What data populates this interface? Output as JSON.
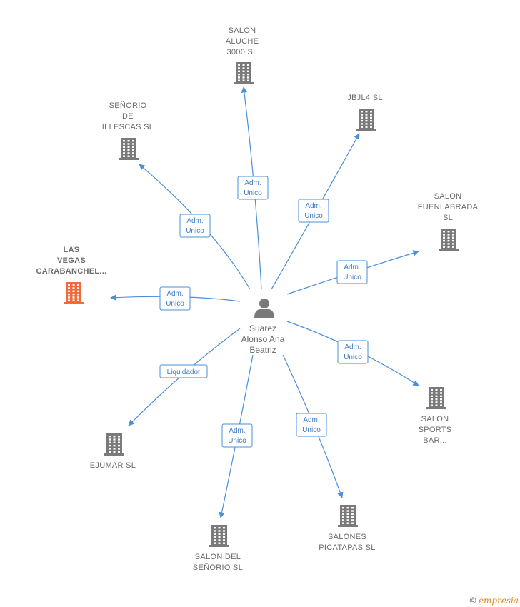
{
  "colors": {
    "edge": "#4a8fd8",
    "building": "#7a7a7a",
    "building_highlight": "#f26a3a",
    "person": "#7a7a7a"
  },
  "center": {
    "lines": [
      "Suarez",
      "Alonso Ana",
      "Beatriz"
    ],
    "icon": "person-icon"
  },
  "nodes": [
    {
      "id": "salon-aluche",
      "lines": [
        "SALON",
        "ALUCHE",
        "3000  SL"
      ],
      "role": [
        "Adm.",
        "Unico"
      ],
      "highlight": false
    },
    {
      "id": "jbjl4",
      "lines": [
        "JBJL4  SL"
      ],
      "role": [
        "Adm.",
        "Unico"
      ],
      "highlight": false
    },
    {
      "id": "senorio-illescas",
      "lines": [
        "SEÑORIO",
        "DE",
        "ILLESCAS SL"
      ],
      "role": [
        "Adm.",
        "Unico"
      ],
      "highlight": false
    },
    {
      "id": "salon-fuenlabrada",
      "lines": [
        "SALON",
        "FUENLABRADA",
        "SL"
      ],
      "role": [
        "Adm.",
        "Unico"
      ],
      "highlight": false
    },
    {
      "id": "las-vegas",
      "lines": [
        "LAS",
        "VEGAS",
        "CARABANCHEL..."
      ],
      "role": [
        "Adm.",
        "Unico"
      ],
      "highlight": true
    },
    {
      "id": "salon-sports",
      "lines": [
        "SALON",
        "SPORTS",
        "BAR..."
      ],
      "role": [
        "Adm.",
        "Unico"
      ],
      "highlight": false
    },
    {
      "id": "ejumar",
      "lines": [
        "EJUMAR SL"
      ],
      "role": [
        "Liquidador"
      ],
      "highlight": false
    },
    {
      "id": "salones-picatapas",
      "lines": [
        "SALONES",
        "PICATAPAS  SL"
      ],
      "role": [
        "Adm.",
        "Unico"
      ],
      "highlight": false
    },
    {
      "id": "salon-del-senorio",
      "lines": [
        "SALON DEL",
        "SEÑORIO  SL"
      ],
      "role": [
        "Adm.",
        "Unico"
      ],
      "highlight": false
    }
  ],
  "footer": {
    "copyright": "©",
    "brand_initial": "e",
    "brand_rest": "mpresia"
  }
}
